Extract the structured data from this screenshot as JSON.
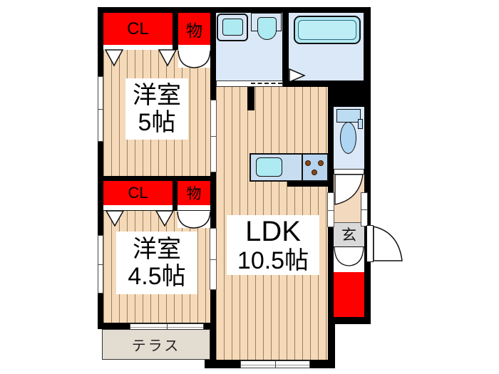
{
  "plan": {
    "type": "floorplan",
    "layout_name": "2LDK apartment floor plan",
    "rooms": {
      "bedroom1": {
        "name": "洋室",
        "size": "5帖"
      },
      "bedroom2": {
        "name": "洋室",
        "size": "4.5帖"
      },
      "ldk": {
        "name": "LDK",
        "size": "10.5帖"
      },
      "entrance": {
        "label": "玄"
      },
      "terrace": {
        "label": "テラス"
      }
    },
    "closets": {
      "cl1": "CL",
      "mono1": "物",
      "cl2": "CL",
      "mono2": "物"
    },
    "fixtures": [
      "bathtub",
      "washing-machine-pan",
      "vanity-sink",
      "toilet",
      "kitchen-sink",
      "gas-stove",
      "entrance-door",
      "terrace-window"
    ],
    "colors": {
      "wall": "#000000",
      "closet_red": "#fe0000",
      "wood_floor": "#f5d9b8",
      "wood_stripe": "#97835f",
      "wet_room_blue": "#dbe8f7",
      "fixture_cyan": "#aeeaf2",
      "kitchen_counter_blue": "#c9ddf1",
      "stove_section_blue": "#b7d3ee",
      "terrace_beige": "#e3dcd1",
      "entrance_gray": "#d9d9d9"
    }
  }
}
